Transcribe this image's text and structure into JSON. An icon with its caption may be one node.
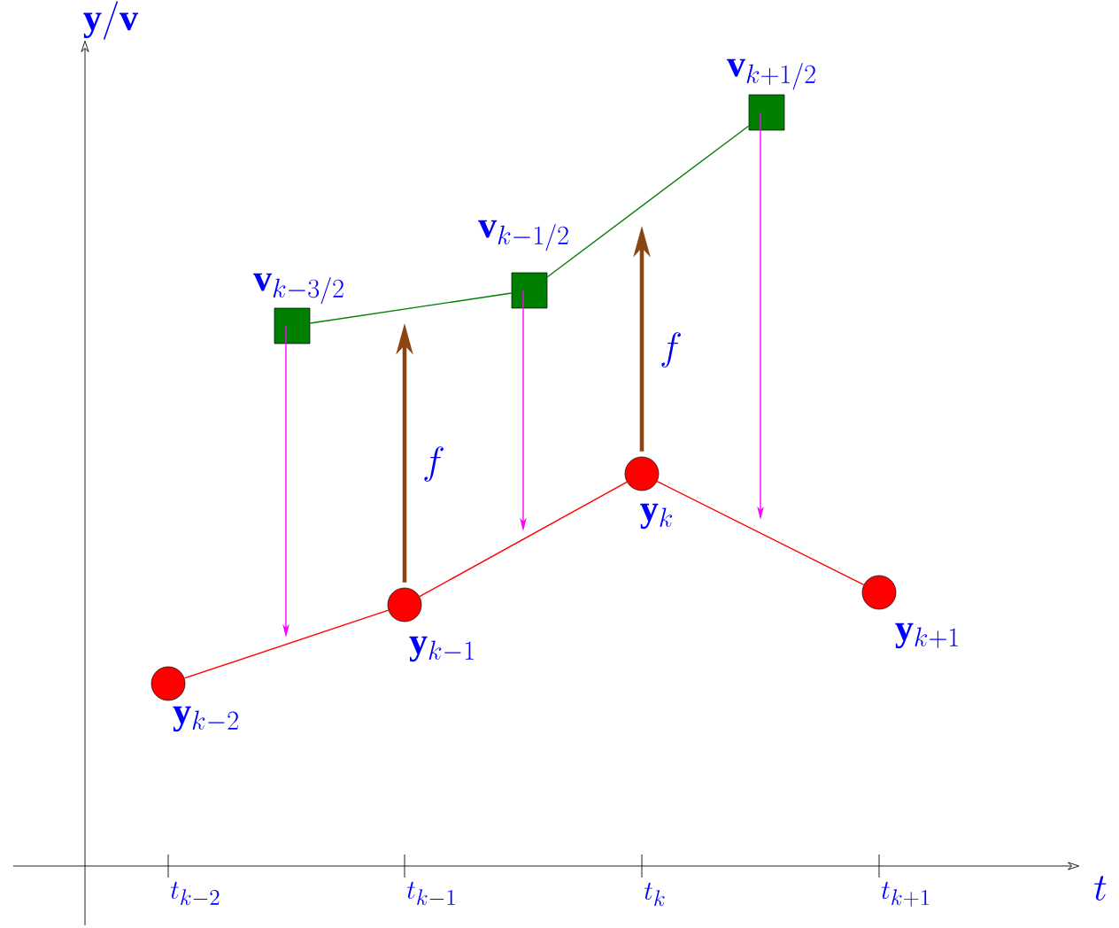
{
  "diagram": {
    "nodes": [
      {
        "text": [],
        "shape": "circle",
        "beside": [
          "\\mathbf{y}_{k-2}"
        ]
      },
      {
        "text": [],
        "shape": "circle",
        "beside": [
          "\\mathbf{y}_{k-1}"
        ]
      },
      {
        "text": [],
        "shape": "circle",
        "beside": [
          "\\mathbf{y}_{k}"
        ]
      },
      {
        "text": [],
        "shape": "circle",
        "beside": [
          "\\mathbf{y}_{k+1}"
        ]
      },
      {
        "text": [],
        "shape": "box",
        "beside": [
          "\\mathbf{v}_{k-3/2}"
        ]
      },
      {
        "text": [],
        "shape": "box",
        "beside": [
          "\\mathbf{v}_{k-1/2}"
        ]
      },
      {
        "text": [],
        "shape": "box",
        "beside": [
          "\\mathbf{v}_{k+1/2}"
        ]
      }
    ],
    "edges": [
      {
        "from": 0,
        "to": 1,
        "arrow": "none",
        "color": "#ff0000"
      },
      {
        "from": 1,
        "to": 2,
        "arrow": "none",
        "color": "#ff0000"
      },
      {
        "from": 2,
        "to": 3,
        "arrow": "none",
        "color": "#ff0000"
      },
      {
        "from": 4,
        "to": 5,
        "arrow": "none",
        "color": "#008000"
      },
      {
        "from": 5,
        "to": 6,
        "arrow": "none",
        "color": "#008000"
      },
      {
        "from": 4,
        "to": null,
        "arrow": "to",
        "color": "#ff00ff"
      },
      {
        "from": 5,
        "to": null,
        "arrow": "to",
        "color": "#ff00ff"
      },
      {
        "from": 6,
        "to": null,
        "arrow": "to",
        "color": "#ff00ff"
      },
      {
        "from": 1,
        "to": null,
        "arrow": "to",
        "label": "f",
        "style": "thick",
        "color": "#8b4513"
      },
      {
        "from": 2,
        "to": null,
        "arrow": "to",
        "label": "f",
        "style": "thick",
        "color": "#8b4513"
      }
    ],
    "labels": [
      "\\mathbf{y}/\\mathbf{v}",
      "t_{k-2}",
      "t_{k-1}",
      "t_{k}",
      "t_{k+1}",
      "t"
    ]
  }
}
